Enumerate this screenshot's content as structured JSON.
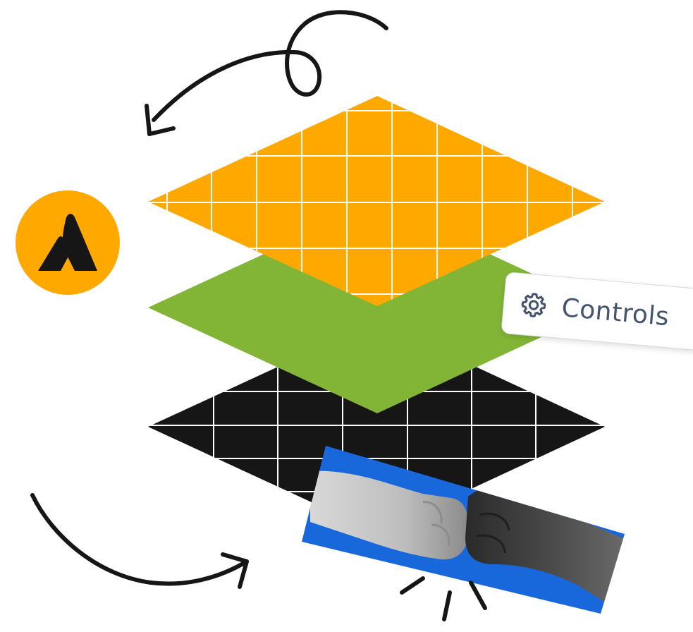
{
  "controls_pill": {
    "label": "Controls",
    "icon": "gear-icon"
  },
  "logo": {
    "name": "atlassian-logo-icon"
  },
  "layers": [
    {
      "name": "top-layer",
      "color": "#ffa800",
      "pattern": "grid"
    },
    {
      "name": "middle-layer",
      "color": "#82b536",
      "pattern": "solid"
    },
    {
      "name": "bottom-layer",
      "color": "#161616",
      "pattern": "grid"
    }
  ],
  "photo": {
    "description_icon": "fist-bump-photo",
    "background": "#1868db"
  },
  "colors": {
    "orange": "#ffa800",
    "green": "#82b536",
    "black": "#161616",
    "blue": "#1868db",
    "text": "#44546f"
  }
}
